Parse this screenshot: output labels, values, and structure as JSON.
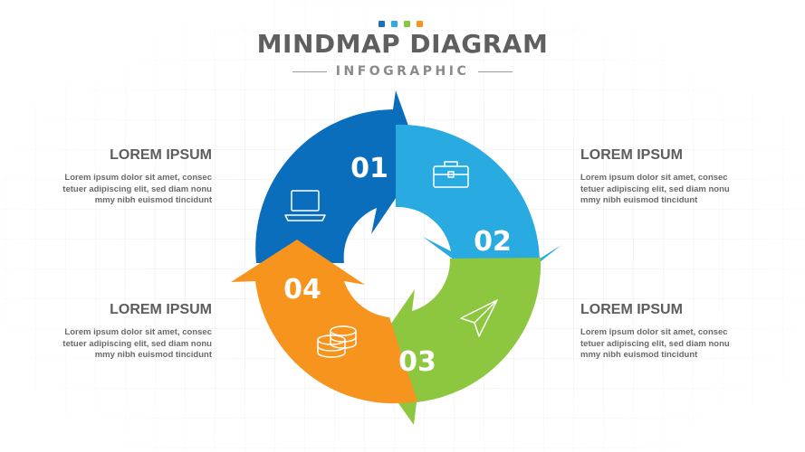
{
  "header": {
    "title": "MINDMAP DIAGRAM",
    "subtitle": "INFOGRAPHIC",
    "dot_colors": [
      "#1e6fb8",
      "#35a9e0",
      "#8cc63f",
      "#f7941d"
    ]
  },
  "colors": {
    "step1": "#0a6ebd",
    "step2": "#29aae1",
    "step3": "#8dc63f",
    "step4": "#f7941e"
  },
  "steps": [
    {
      "number": "01",
      "icon": "laptop-icon"
    },
    {
      "number": "02",
      "icon": "briefcase-icon"
    },
    {
      "number": "03",
      "icon": "paper-plane-icon"
    },
    {
      "number": "04",
      "icon": "coins-icon"
    }
  ],
  "blocks": {
    "top_left": {
      "heading": "LOREM IPSUM",
      "line1": "Lorem ipsum dolor sit amet, consec",
      "line2": "tetuer adipiscing elit, sed diam nonu",
      "line3": "mmy nibh euismod tincidunt"
    },
    "top_right": {
      "heading": "LOREM IPSUM",
      "line1": "Lorem ipsum dolor sit amet, consec",
      "line2": "tetuer adipiscing elit, sed diam nonu",
      "line3": "mmy nibh euismod tincidunt"
    },
    "bottom_left": {
      "heading": "LOREM IPSUM",
      "line1": "Lorem ipsum dolor sit amet, consec",
      "line2": "tetuer adipiscing elit, sed diam nonu",
      "line3": "mmy nibh euismod tincidunt"
    },
    "bottom_right": {
      "heading": "LOREM IPSUM",
      "line1": "Lorem ipsum dolor sit amet, consec",
      "line2": "tetuer adipiscing elit, sed diam nonu",
      "line3": "mmy nibh euismod tincidunt"
    }
  }
}
